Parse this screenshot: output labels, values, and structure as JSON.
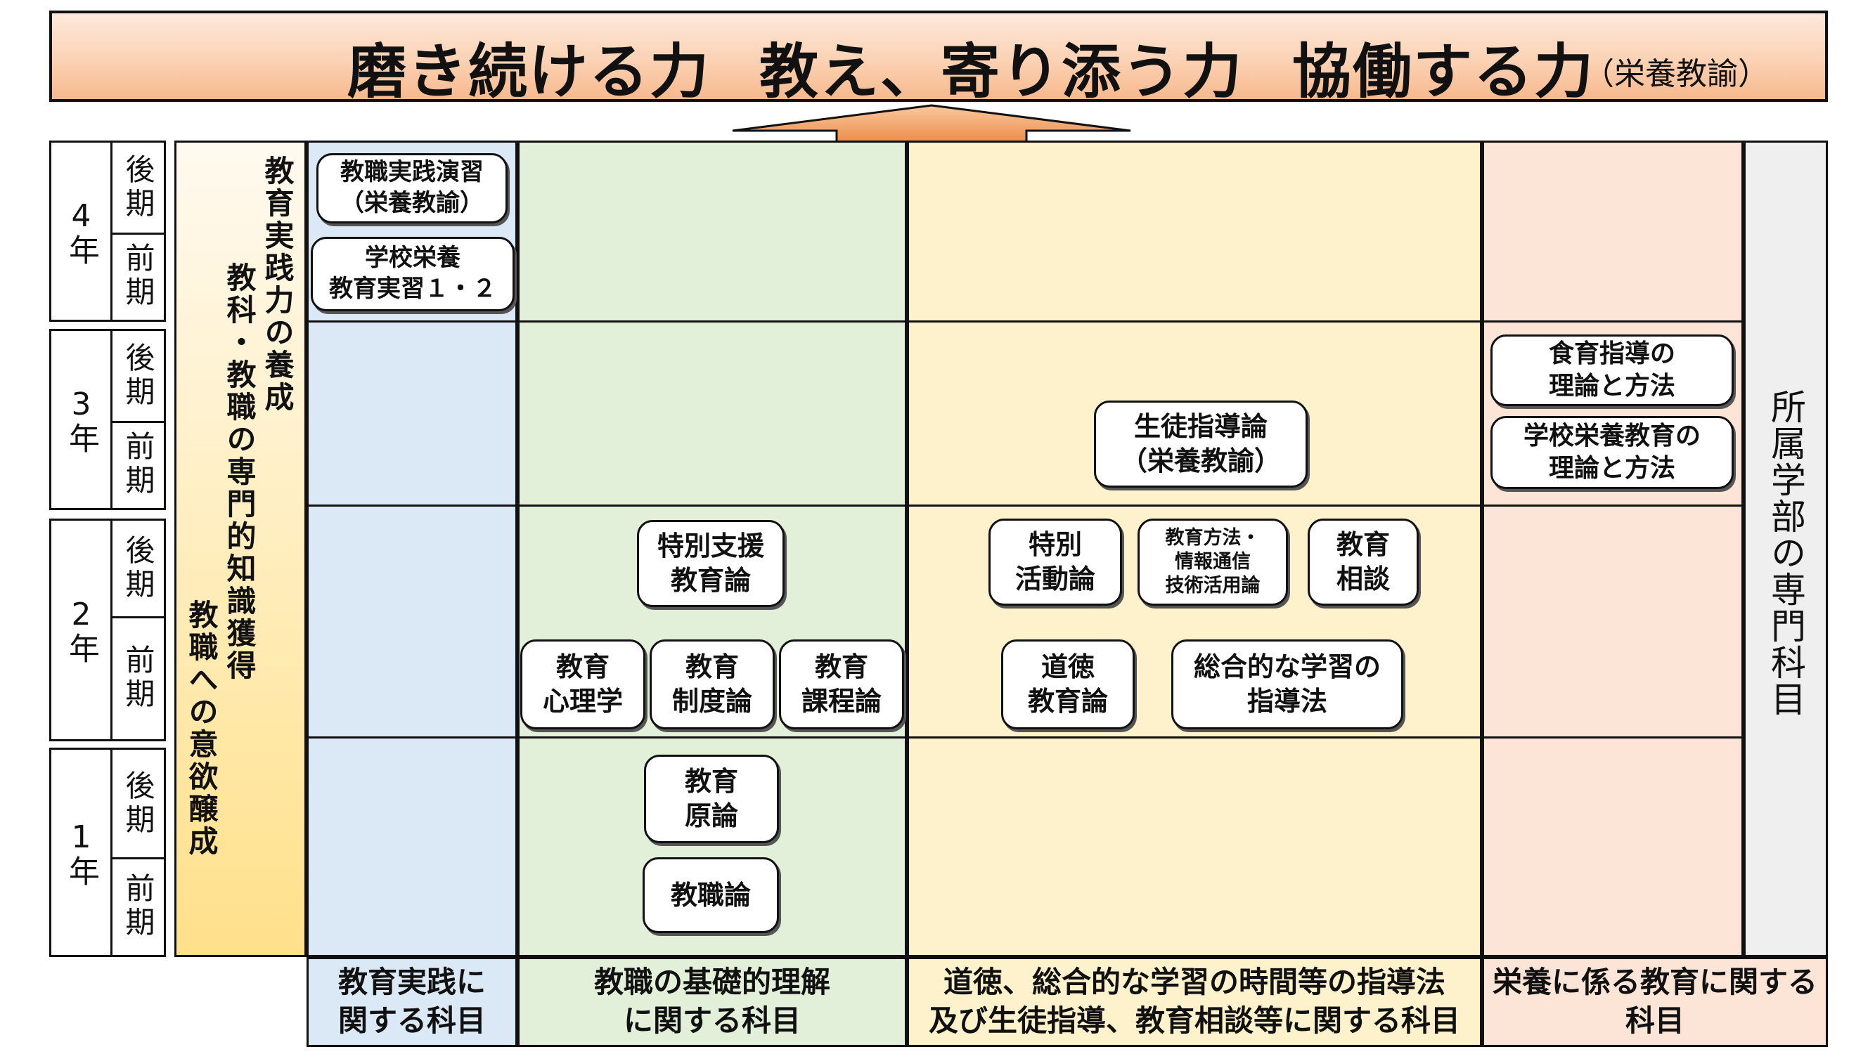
{
  "banner": {
    "title_parts": [
      "磨き続ける力",
      "教え、寄り添う力",
      "協働する力"
    ],
    "subtitle": "（栄養教諭）"
  },
  "years": [
    {
      "label": "4年",
      "terms": [
        "後期",
        "前期"
      ]
    },
    {
      "label": "3年",
      "terms": [
        "後期",
        "前期"
      ]
    },
    {
      "label": "2年",
      "terms": [
        "後期",
        "前期"
      ]
    },
    {
      "label": "1年",
      "terms": [
        "後期",
        "前期"
      ]
    }
  ],
  "goals": {
    "line1": "教育実践力の養成",
    "line2": "教科・教職の専門的知識獲得",
    "line3": "教職への意欲醸成"
  },
  "right_column_label": "所属学部の専門科目",
  "footers": [
    "教育実践に\n関する科目",
    "教職の基礎的理解\nに関する科目",
    "道徳、総合的な学習の時間等の指導法\n及び生徒指導、教育相談等に関する科目",
    "栄養に係る教育に関する\n科目"
  ],
  "courses": {
    "kyoshoku_jissen_enshu": "教職実践演習\n（栄養教諭）",
    "gakko_eiyo_jisshu": "学校栄養\n教育実習１・２",
    "shokuiku_shido": "食育指導の\n理論と方法",
    "gakko_eiyo_kyoiku": "学校栄養教育の\n理論と方法",
    "seito_shido": "生徒指導論\n（栄養教諭）",
    "tokubetsu_shien": "特別支援\n教育論",
    "tokubetsu_katsudo": "特別\n活動論",
    "kyoiku_hoho": "教育方法・\n情報通信\n技術活用論",
    "kyoiku_sodan": "教育\n相談",
    "kyoiku_shinri": "教育\n心理学",
    "kyoiku_seido": "教育\n制度論",
    "kyoiku_katei": "教育\n課程論",
    "dotoku": "道徳\n教育論",
    "sogo_gakushu": "総合的な学習の\n指導法",
    "kyoiku_genron": "教育\n原論",
    "kyoshoku_ron": "教職論"
  },
  "colors": {
    "banner": "#f7b98e",
    "practice_column": "#dbe9f6",
    "foundation_column": "#e2efd9",
    "guidance_column": "#fef2cc",
    "nutrition_column": "#fce4d6",
    "faculty_column": "#efefef",
    "goal_column": "#ffe08a",
    "arrow": "#ec8b3c"
  }
}
